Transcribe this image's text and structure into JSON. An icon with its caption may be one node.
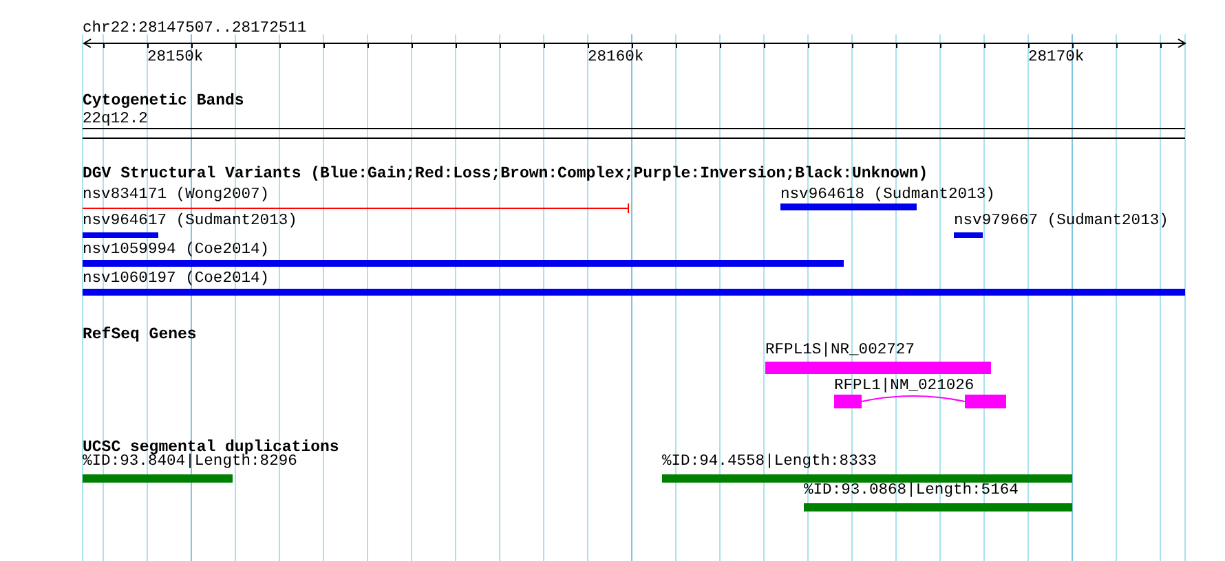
{
  "diagram": {
    "nodes": [
      {
        "text": [
          "nsv834171 (Wong2007)"
        ]
      },
      {
        "text": [
          "nsv964618 (Sudmant2013)"
        ]
      },
      {
        "text": [
          "nsv964617 (Sudmant2013)"
        ]
      },
      {
        "text": [
          "nsv979667 (Sudmant2013)"
        ]
      },
      {
        "text": [
          "nsv1059994 (Coe2014)"
        ]
      },
      {
        "text": [
          "nsv1060197 (Coe2014)"
        ]
      },
      {
        "text": [
          "RFPL1S|NR_002727"
        ]
      },
      {
        "text": [
          "RFPL1|NM_021026"
        ]
      },
      {
        "text": [
          "%ID:93.8404|Length:8296"
        ]
      },
      {
        "text": [
          "%ID:94.4558|Length:8333"
        ]
      },
      {
        "text": [
          "%ID:93.0868|Length:5164"
        ]
      }
    ],
    "edges": [],
    "labels": [
      "chr22:28147507..28172511",
      "28150k",
      "28160k",
      "28170k",
      "Cytogenetic Bands",
      "22q12.2",
      "DGV Structural Variants (Blue:Gain;Red:Loss;Brown:Complex;Purple:Inversion;Black:Unknown)",
      "RefSeq Genes",
      "UCSC segmental duplications"
    ]
  }
}
